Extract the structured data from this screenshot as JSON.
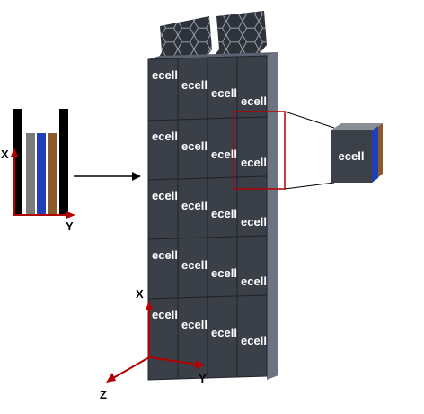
{
  "cell_label": "ecell",
  "inset_label": "ecell",
  "left_axes": {
    "x": "X",
    "y": "Y"
  },
  "main_axes": {
    "x": "X",
    "y": "Y",
    "z": "Z"
  },
  "grid": {
    "columns": 4,
    "rows": 5
  },
  "colors": {
    "cell_face": "#3a3f48",
    "cell_side": "#6b7480",
    "cell_text": "#ffffff",
    "axis": "#b30000",
    "highlight": "#b30000",
    "layer_gray": "#7a7a7a",
    "layer_blue": "#1f3fb8",
    "layer_brown": "#8a5a2b",
    "tab": "#2e333b"
  }
}
